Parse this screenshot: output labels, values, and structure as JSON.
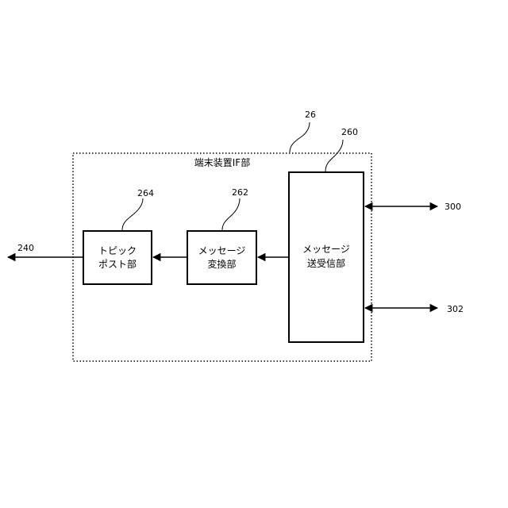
{
  "container": {
    "title": "端末装置IF部",
    "ref": "26"
  },
  "blocks": {
    "topic_post": {
      "line1": "トピック",
      "line2": "ポスト部",
      "ref": "264"
    },
    "message_convert": {
      "line1": "メッセージ",
      "line2": "変換部",
      "ref": "262"
    },
    "message_txrx": {
      "line1": "メッセージ",
      "line2": "送受信部",
      "ref": "260"
    }
  },
  "connections": {
    "output_left": "240",
    "io_top_right": "300",
    "io_bottom_right": "302"
  }
}
